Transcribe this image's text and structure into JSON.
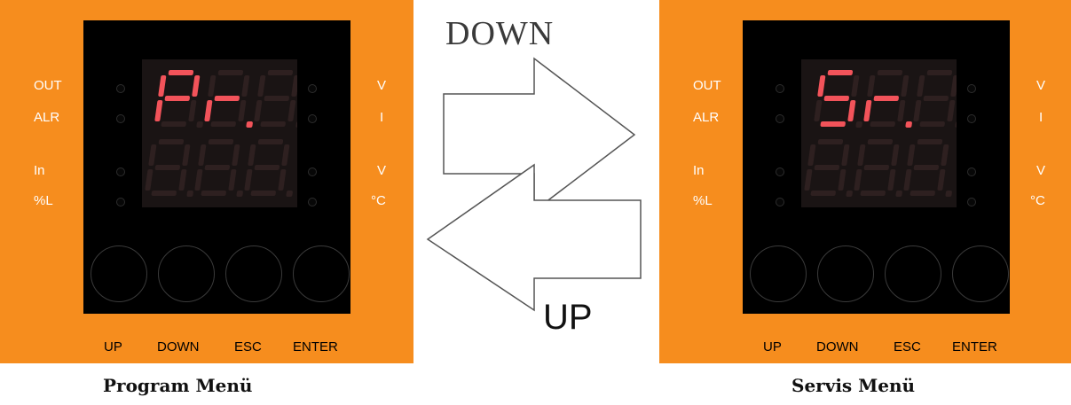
{
  "colors": {
    "device": "#f68d1e",
    "segment_on": "#f2535a",
    "segment_off": "#2e2020"
  },
  "left_panel": {
    "caption": "Program Menü",
    "display_top": "Pr.",
    "left_labels": [
      "OUT",
      "ALR",
      "In",
      "%L"
    ],
    "right_labels": [
      "V",
      "I",
      "V",
      "°C"
    ],
    "button_labels": [
      "UP",
      "DOWN",
      "ESC",
      "ENTER"
    ]
  },
  "right_panel": {
    "caption": "Servis Menü",
    "display_top": "Sr.",
    "left_labels": [
      "OUT",
      "ALR",
      "In",
      "%L"
    ],
    "right_labels": [
      "V",
      "I",
      "V",
      "°C"
    ],
    "button_labels": [
      "UP",
      "DOWN",
      "ESC",
      "ENTER"
    ]
  },
  "arrows": {
    "down_label": "DOWN",
    "up_label": "UP"
  }
}
